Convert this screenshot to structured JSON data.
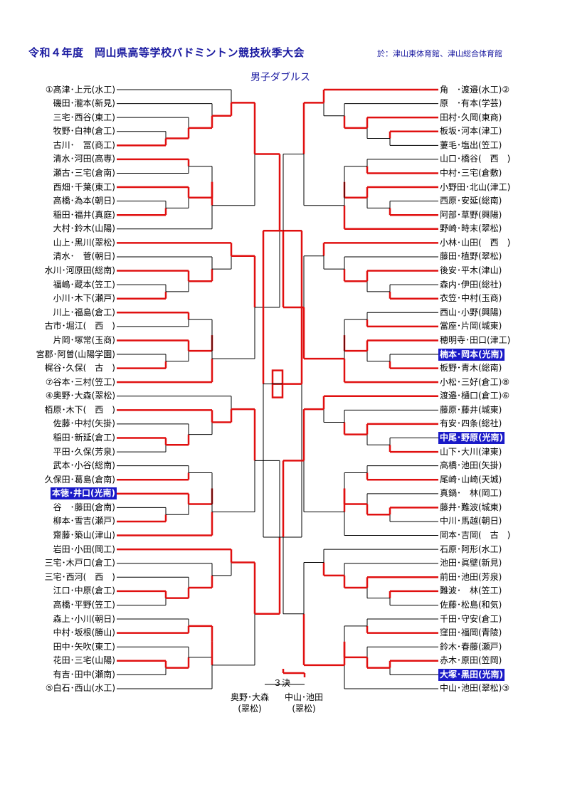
{
  "header": {
    "title": "令和４年度　岡山県高等学校バドミントン競技秋季大会",
    "venue": "於：津山東体育館、津山総合体育館",
    "event": "男子ダブルス"
  },
  "left_players": [
    "①髙津･上元(水工)",
    "磯田･瀧本(新見)",
    "三宅･西谷(東工)",
    "牧野･白神(倉工)",
    "古川･　冨(商工)",
    "清水･河田(高専)",
    "瀬古･三宅(倉南)",
    "西畑･千葉(東工)",
    "高橋･為本(朝日)",
    "稲田･福井(真庭)",
    "大村･鈴木(山陽)",
    "山上･黒川(翠松)",
    "清水･　菅(朝日)",
    "水川･河原田(総南)",
    "福嶋･蔵本(笠工)",
    "小川･木下(瀬戸)",
    "川上･福島(倉工)",
    "古市･堀江(　西　)",
    "片岡･塚常(玉商)",
    "宮郡･阿曽(山陽学園)",
    "梶谷･久保(　古　)",
    "⑦谷本･三村(笠工)",
    "④奥野･大森(翠松)",
    "栢原･木下(　西　)",
    "佐藤･中村(矢掛)",
    "稲田･新延(倉工)",
    "平田･久保(芳泉)",
    "武本･小谷(総南)",
    "久保田･葛島(倉南)",
    "本徳･井口(光南)",
    "谷　･藤田(倉南)",
    "柳本･雪吉(瀬戸)",
    "齋藤･築山(津山)",
    "岩田･小田(岡工)",
    "三宅･木戸口(倉工)",
    "三宅･西河(　西　)",
    "江口･中原(倉工)",
    "高橋･平野(笠工)",
    "森上･小川(朝日)",
    "中村･坂根(勝山)",
    "田中･矢吹(東工)",
    "花田･三宅(山陽)",
    "有吉･田中(瀬南)",
    "⑤白石･西山(水工)"
  ],
  "right_players": [
    "角　･渡邉(水工)②",
    "原　･有本(学芸)",
    "田村･久岡(東商)",
    "板坂･河本(津工)",
    "萋毛･塩出(笠工)",
    "山口･橋谷(　西　)",
    "中村･三宅(倉敷)",
    "小野田･北山(津工)",
    "西原･安延(総南)",
    "阿部･草野(興陽)",
    "野崎･時末(翠松)",
    "小林･山田(　西　)",
    "藤田･植野(翠松)",
    "後安･平木(津山)",
    "森内･伊田(総社)",
    "衣笠･中村(玉商)",
    "西山･小野(興陽)",
    "當座･片岡(城東)",
    "穂明寺･田口(津工)",
    "楠本･岡本(光南)",
    "板野･青木(総南)",
    "小松･三好(倉工)⑧",
    "渡邉･樋口(倉工)⑥",
    "藤原･藤井(城東)",
    "有安･四条(総社)",
    "中尾･野原(光南)",
    "山下･大川(津東)",
    "高橋･池田(矢掛)",
    "尾崎･山崎(天城)",
    "真鍋･　林(岡工)",
    "藤井･難波(城東)",
    "中川･馬越(朝日)",
    "岡本･吉岡(　古　)",
    "石原･阿形(水工)",
    "池田･眞壁(新見)",
    "前田･池田(芳泉)",
    "難波･　林(笠工)",
    "佐藤･松島(和気)",
    "千田･守安(倉工)",
    "窪田･福岡(青陵)",
    "鈴木･春藤(瀬戸)",
    "赤木･原田(笠岡)",
    "大塚･黒田(光南)",
    "中山･池田(翠松)③"
  ],
  "highlight_left": [
    29
  ],
  "highlight_right": [
    19,
    25,
    42
  ],
  "third_place": {
    "label": "３決",
    "a_names": "奥野･大森",
    "a_school": "(翠松)",
    "b_names": "中山･池田",
    "b_school": "(翠松)"
  },
  "colors": {
    "win": "#e01010",
    "line": "#000000",
    "title": "#1a1aa0",
    "highlight": "#1a1ac8"
  }
}
